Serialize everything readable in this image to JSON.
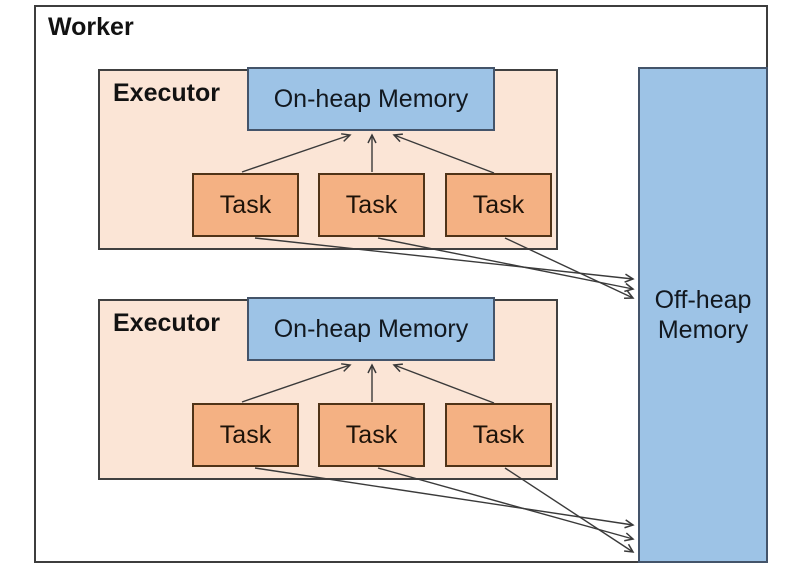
{
  "diagram": {
    "worker_label": "Worker",
    "executors": [
      {
        "label": "Executor",
        "memory_label": "On-heap Memory",
        "tasks": [
          "Task",
          "Task",
          "Task"
        ]
      },
      {
        "label": "Executor",
        "memory_label": "On-heap Memory",
        "tasks": [
          "Task",
          "Task",
          "Task"
        ]
      }
    ],
    "offheap_label": "Off-heap Memory",
    "connections": [
      "executor-1 tasks -> on-heap memory 1",
      "executor-1 tasks -> off-heap memory",
      "executor-2 tasks -> on-heap memory 2",
      "executor-2 tasks -> off-heap memory"
    ],
    "colors": {
      "executor_fill": "#fbe5d6",
      "task_fill": "#f4b183",
      "memory_fill": "#9dc3e6",
      "outer_border": "#3d3d3d",
      "executor_border": "#404040",
      "task_border": "#4f3317",
      "memory_border": "#44546a",
      "arrow": "#3a3a3a",
      "label_text": "#121212"
    }
  }
}
